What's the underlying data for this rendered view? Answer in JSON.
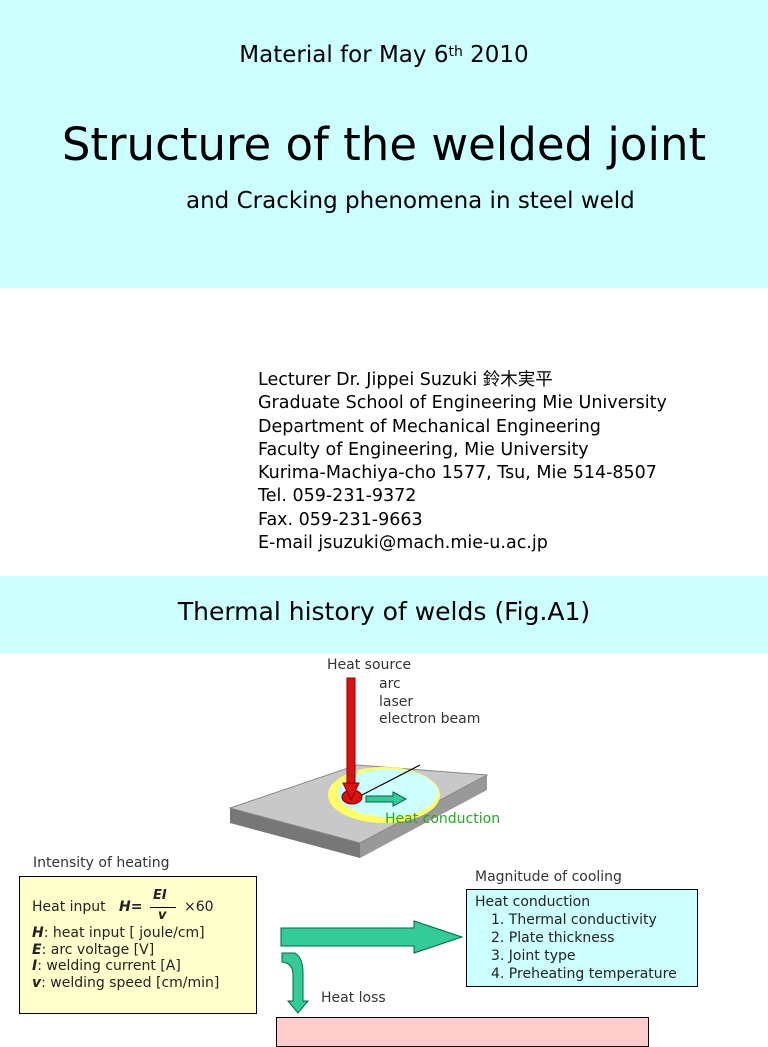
{
  "header": {
    "date_prefix": "Material for May 6",
    "date_sup": "th",
    "date_suffix": " 2010",
    "title": "Structure of the welded joint",
    "subtitle": "and Cracking phenomena in steel weld"
  },
  "contact": {
    "lecturer": "Lecturer Dr. Jippei Suzuki 鈴木実平",
    "school": "Graduate School of Engineering Mie University",
    "department": "Department of Mechanical Engineering",
    "faculty": "Faculty of Engineering, Mie University",
    "address": "Kurima-Machiya-cho 1577, Tsu, Mie 514-8507",
    "tel": "Tel. 059-231-9372",
    "fax": "Fax. 059-231-9663",
    "email": "E-mail  jsuzuki@mach.mie-u.ac.jp"
  },
  "section": {
    "title": "Thermal history of welds (Fig.A1)"
  },
  "figure": {
    "heat_source_label": "Heat source",
    "sources": [
      "arc",
      "laser",
      "electron beam"
    ],
    "heat_conduction_label": "Heat conduction",
    "intensity_label": "Intensity of heating",
    "heat_input_prefix": "Heat input",
    "formula_h": "H=",
    "formula_num": "EI",
    "formula_den": "v",
    "formula_mult": "×60",
    "defs": [
      {
        "sym": "H",
        "text": ": heat input [ joule/cm]"
      },
      {
        "sym": "E",
        "text": ": arc voltage [V]"
      },
      {
        "sym": "I",
        "text": ": welding current [A]"
      },
      {
        "sym": "v",
        "text": ": welding speed [cm/min]"
      }
    ],
    "cooling_label": "Magnitude of cooling",
    "cooling_title": "Heat conduction",
    "cooling_items": [
      "1. Thermal conductivity",
      "2. Plate thickness",
      "3. Joint type",
      "4. Preheating temperature"
    ],
    "heat_loss_label": "Heat loss"
  },
  "colors": {
    "band": "#ccffff",
    "arrow_green": "#33cc99",
    "heat_source_red": "#dd1111",
    "plate_top": "#c8c8c8",
    "heat_box": "#ffffcc",
    "cool_box": "#ccffff",
    "loss_box": "#ffcccc",
    "conduction_text": "#22aa22"
  }
}
